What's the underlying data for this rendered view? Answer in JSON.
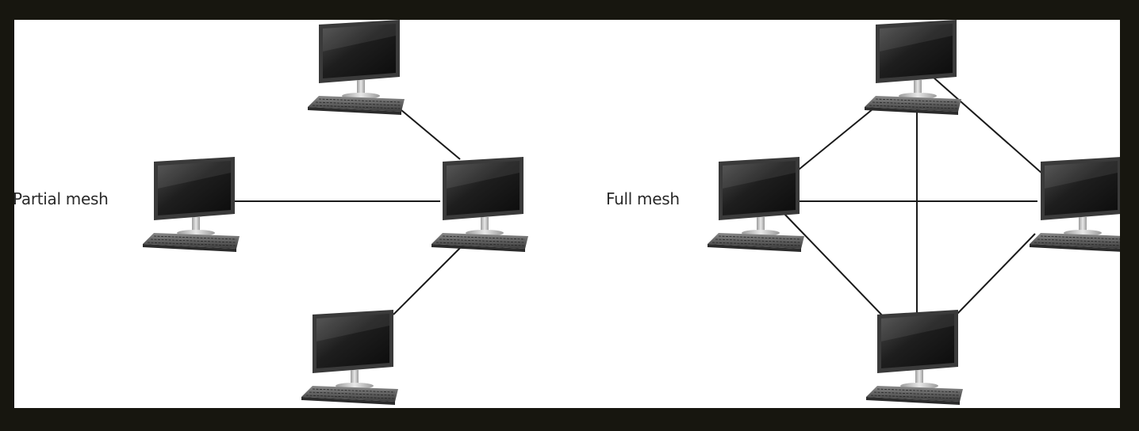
{
  "colors": {
    "background": "#17160f",
    "canvas": "#ffffff",
    "link": "#1a1a1a",
    "screen": "#262626",
    "bezel": "#3a3a3a",
    "stand": "#c9c9c9",
    "keyboard": "#4a4a4a"
  },
  "diagrams": [
    {
      "name": "partial-mesh",
      "label": "Partial mesh",
      "nodes": [
        "top",
        "left",
        "right",
        "bottom"
      ],
      "links": [
        [
          "top",
          "right"
        ],
        [
          "left",
          "right"
        ],
        [
          "right",
          "bottom"
        ]
      ]
    },
    {
      "name": "full-mesh",
      "label": "Full mesh",
      "nodes": [
        "top",
        "left",
        "right",
        "bottom"
      ],
      "links": [
        [
          "top",
          "left"
        ],
        [
          "top",
          "right"
        ],
        [
          "top",
          "bottom"
        ],
        [
          "left",
          "right"
        ],
        [
          "left",
          "bottom"
        ],
        [
          "right",
          "bottom"
        ]
      ]
    }
  ],
  "icons": {
    "node": "computer-icon"
  }
}
